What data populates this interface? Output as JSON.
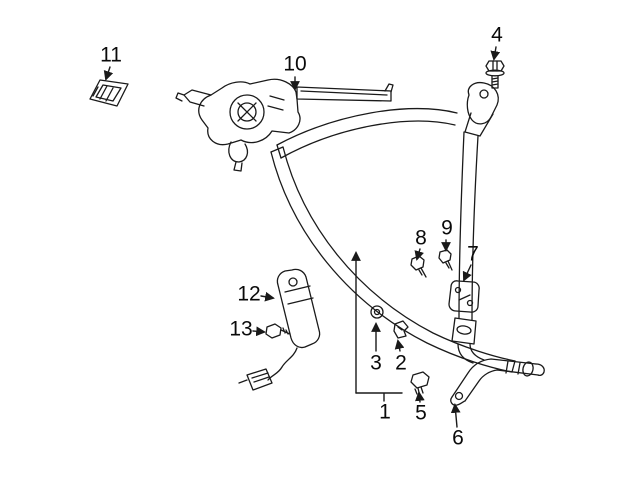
{
  "diagram": {
    "figure_type": "exploded-parts-diagram",
    "subject": "seat-belt-assembly",
    "background_color": "#ffffff",
    "line_color": "#1a1a1a",
    "callouts": [
      {
        "label": "11",
        "part": "belt-guide-cover"
      },
      {
        "label": "10",
        "part": "retractor-latch-assembly"
      },
      {
        "label": "4",
        "part": "shoulder-anchor-bolt"
      },
      {
        "label": "8",
        "part": "screw"
      },
      {
        "label": "9",
        "part": "screw"
      },
      {
        "label": "7",
        "part": "spacer-plate"
      },
      {
        "label": "12",
        "part": "buckle-with-wiring"
      },
      {
        "label": "13",
        "part": "buckle-screw"
      },
      {
        "label": "3",
        "part": "grommet"
      },
      {
        "label": "2",
        "part": "clip"
      },
      {
        "label": "1",
        "part": "seat-belt-retractor-assembly"
      },
      {
        "label": "5",
        "part": "anchor-bolt"
      },
      {
        "label": "6",
        "part": "lower-anchor-bracket"
      }
    ]
  }
}
